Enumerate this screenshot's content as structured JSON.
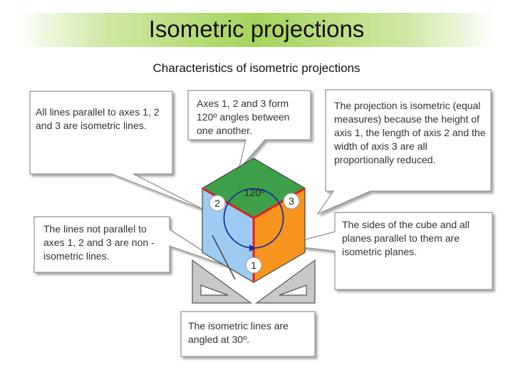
{
  "title": "Isometric projections",
  "subtitle": "Characteristics of isometric projections",
  "callouts": {
    "isometric_lines": "All lines parallel to axes 1, 2 and 3 are isometric lines.",
    "axes_angles": "Axes 1, 2 and 3 form 120º angles between one another.",
    "projection": "The projection is isometric (equal measures) because the height of axis 1, the length of axis 2 and the width of axis 3 are all proportionally reduced.",
    "non_isometric": "The lines not parallel to axes 1, 2 and 3 are non -isometric lines.",
    "planes": "The sides of the cube and all planes parallel to them are isometric planes.",
    "angle30": "The isometric lines are angled at 30º."
  },
  "diagram": {
    "angle_label": "120º",
    "axis_labels": [
      "1",
      "2",
      "3"
    ],
    "colors": {
      "top_face": "#3ea049",
      "left_face": "#9ecbf2",
      "right_face": "#f7941d",
      "edges": "#e31e24",
      "tool": "#c8c8c8",
      "callout_border": "#909090"
    }
  }
}
